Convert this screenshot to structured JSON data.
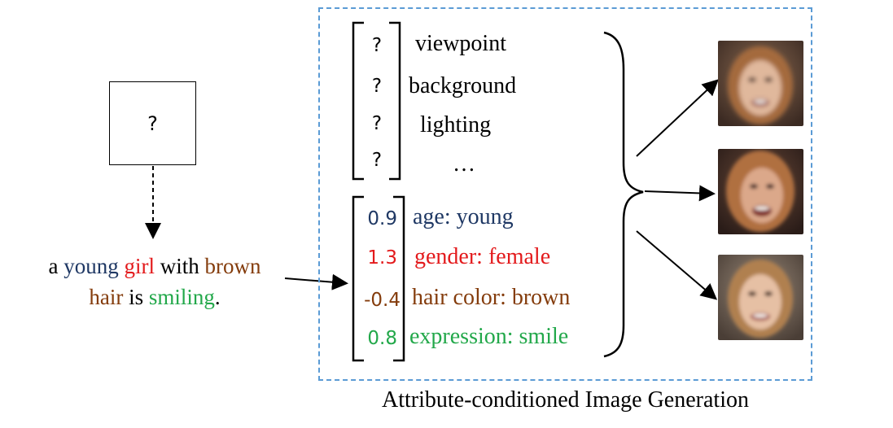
{
  "unknown_box": {
    "label": "?"
  },
  "sentence": {
    "words": [
      {
        "text": "a ",
        "color": "#000000"
      },
      {
        "text": "young",
        "color": "#1f3864"
      },
      {
        "text": " ",
        "color": "#000000"
      },
      {
        "text": "girl",
        "color": "#e31a1c"
      },
      {
        "text": " with ",
        "color": "#000000"
      },
      {
        "text": "brown",
        "color": "#843c0c"
      },
      {
        "text": "hair",
        "color": "#843c0c"
      },
      {
        "text": " is ",
        "color": "#000000"
      },
      {
        "text": "smiling",
        "color": "#22a84a"
      },
      {
        "text": ".",
        "color": "#000000"
      }
    ]
  },
  "unknown_attributes": {
    "values": [
      "?",
      "?",
      "?",
      "?"
    ],
    "labels": [
      "viewpoint",
      "background",
      "lighting",
      "…"
    ]
  },
  "known_attributes": [
    {
      "value": "0.9",
      "label": "age: young",
      "color": "#1f3864"
    },
    {
      "value": "1.3",
      "label": "gender: female",
      "color": "#e31a1c"
    },
    {
      "value": "-0.4",
      "label": "hair color: brown",
      "color": "#843c0c"
    },
    {
      "value": "0.8",
      "label": "expression: smile",
      "color": "#22a84a"
    }
  ],
  "caption": "Attribute-conditioned Image Generation",
  "panel_border_color": "#5b9bd5",
  "output_images": [
    "generated-face-1",
    "generated-face-2",
    "generated-face-3"
  ]
}
